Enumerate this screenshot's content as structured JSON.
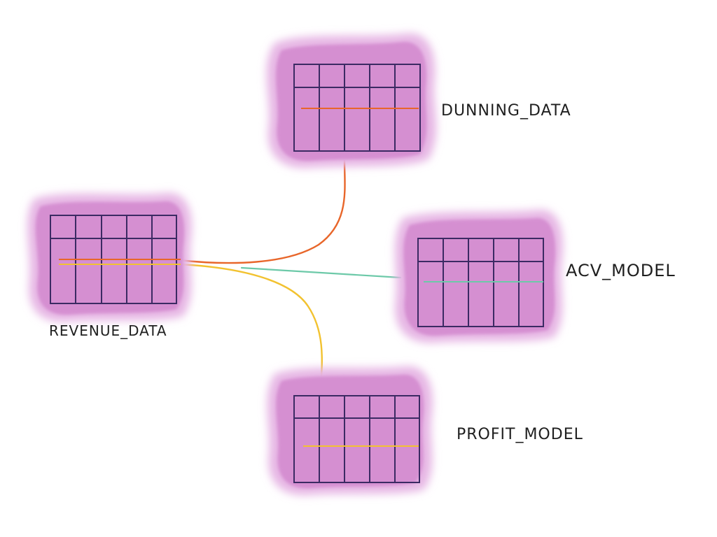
{
  "diagram": {
    "colors": {
      "blob": "#d58fd1",
      "blob_edge": "#e6b6e4",
      "grid": "#3b2a63",
      "orange": "#e8662a",
      "yellow": "#f2c230",
      "teal": "#6cc9a8"
    },
    "tables": [
      {
        "id": "dunning_data",
        "label": "DUNNING_DATA",
        "highlight_color": "orange"
      },
      {
        "id": "revenue_data",
        "label": "REVENUE_DATA",
        "highlight_color": "orange+yellow"
      },
      {
        "id": "acv_model",
        "label": "ACV_MODEL",
        "highlight_color": "teal"
      },
      {
        "id": "profit_model",
        "label": "PROFIT_MODEL",
        "highlight_color": "yellow"
      }
    ],
    "connections": [
      {
        "from": "revenue_data",
        "to": "dunning_data",
        "color": "orange"
      },
      {
        "from": "revenue_data",
        "to": "acv_model",
        "color": "teal"
      },
      {
        "from": "revenue_data",
        "to": "profit_model",
        "color": "yellow"
      }
    ]
  }
}
